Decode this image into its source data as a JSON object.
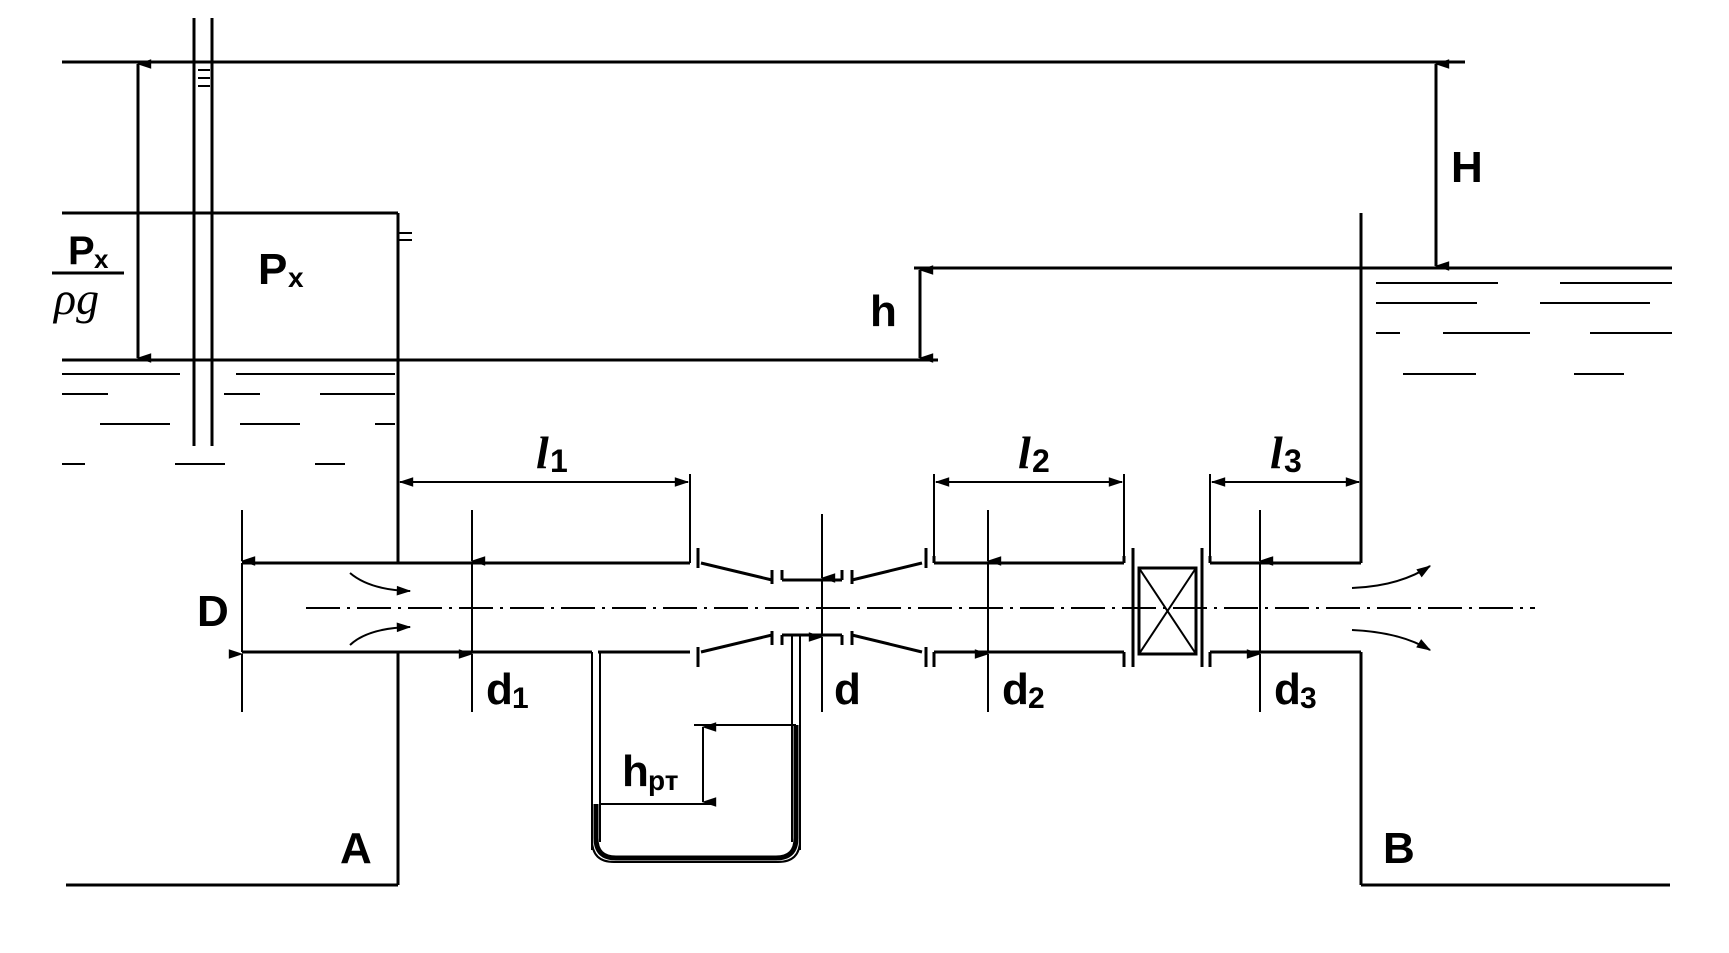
{
  "labels": {
    "H": "H",
    "h": "h",
    "D": "D",
    "A": "A",
    "B": "B",
    "Px_tank": {
      "main": "P",
      "sub": "x"
    },
    "Px_frac": {
      "main": "P",
      "sub": "x",
      "den": "ρg"
    },
    "l1": {
      "main": "l",
      "sub": "1"
    },
    "l2": {
      "main": "l",
      "sub": "2"
    },
    "l3": {
      "main": "l",
      "sub": "3"
    },
    "d1": {
      "main": "d",
      "sub": "1"
    },
    "d": {
      "main": "d"
    },
    "d2": {
      "main": "d",
      "sub": "2"
    },
    "d3": {
      "main": "d",
      "sub": "3"
    },
    "hpt": {
      "main": "h",
      "sub": "рт"
    }
  },
  "colors": {
    "line": "#000000",
    "background": "#ffffff"
  }
}
